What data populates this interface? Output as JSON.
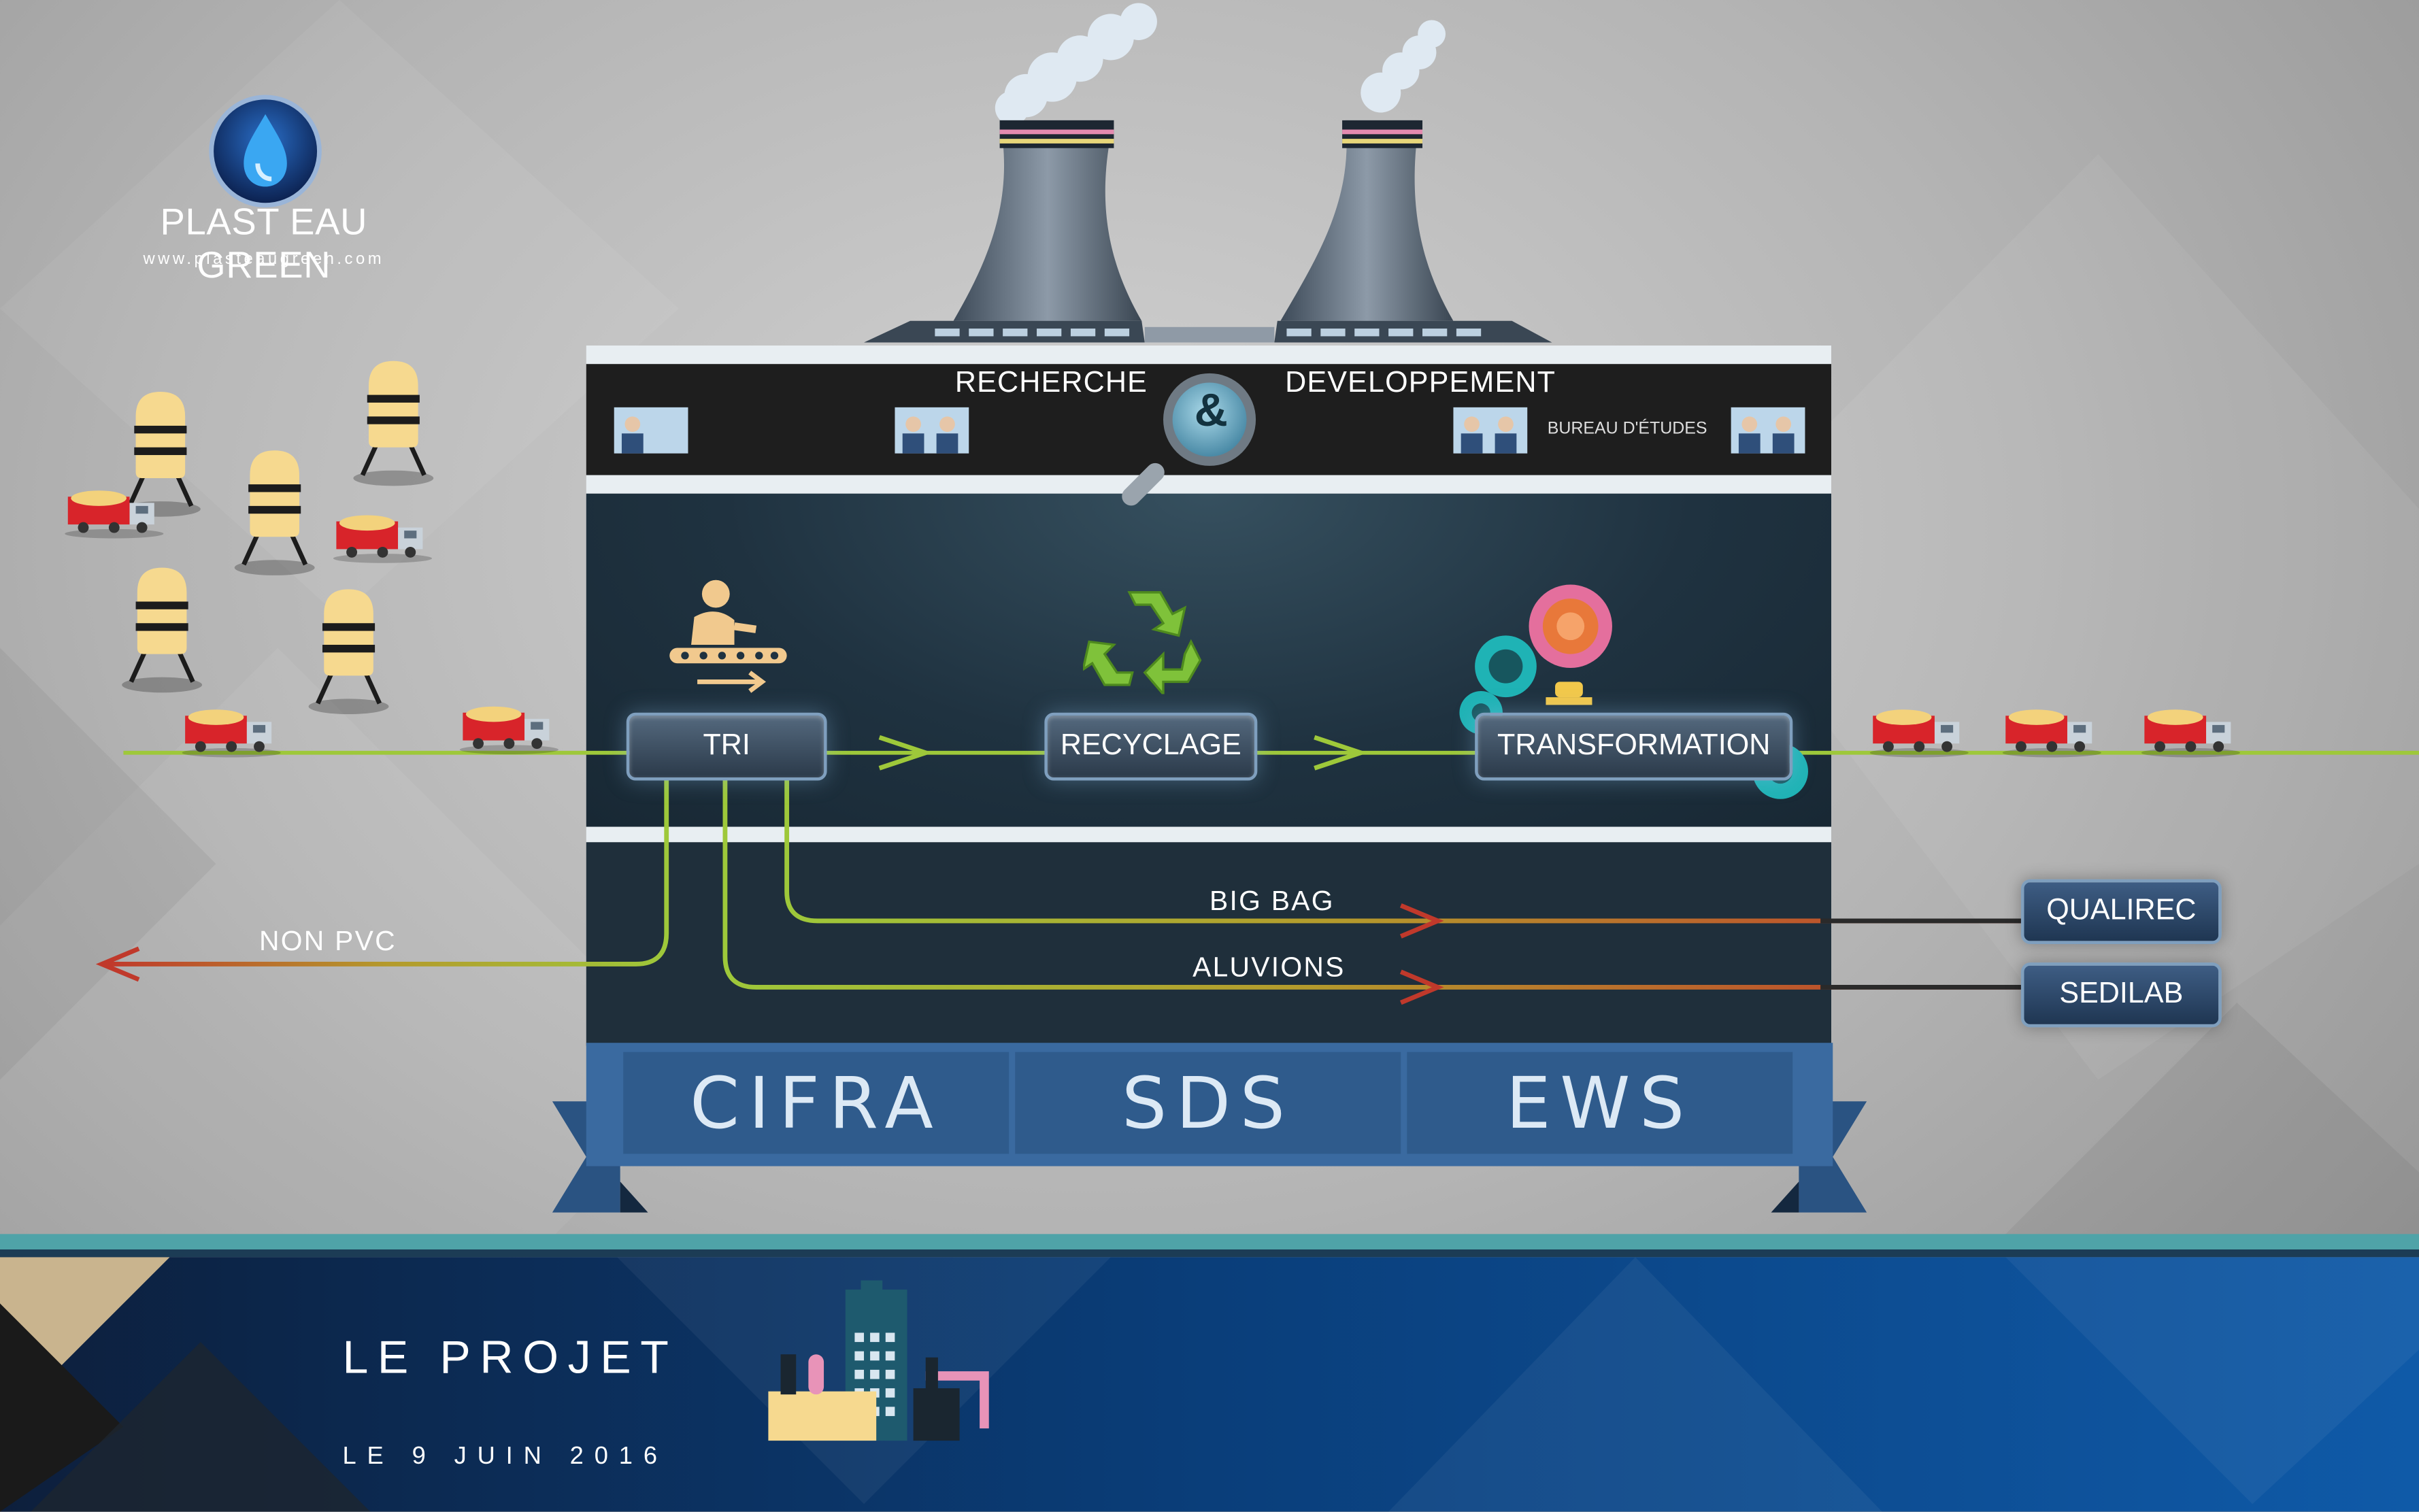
{
  "logo": {
    "name": "PLAST EAU GREEN",
    "url": "www.plasteaugreen.com",
    "icon": "water-drop-icon"
  },
  "rd": {
    "left_title": "RECHERCHE",
    "ampersand": "&",
    "right_title": "DEVELOPPEMENT",
    "bureau": "BUREAU D'ÉTUDES"
  },
  "process": {
    "steps": [
      "TRI",
      "RECYCLAGE",
      "TRANSFORMATION"
    ],
    "non_pvc": "NON PVC",
    "big_bag": "BIG BAG",
    "aluvions": "ALUVIONS"
  },
  "destinations": [
    "QUALIREC",
    "SEDILAB"
  ],
  "partners": [
    "CIFRA",
    "SDS",
    "EWS"
  ],
  "footer": {
    "title": "LE PROJET",
    "date": "LE 9 JUIN 2016"
  },
  "colors": {
    "flow_green": "#9ec83a",
    "flow_red": "#c0392b",
    "factory_dark": "#1f2f3b",
    "banner_blue": "#2f5b8c",
    "footer_blue": "#0a3e7a"
  }
}
